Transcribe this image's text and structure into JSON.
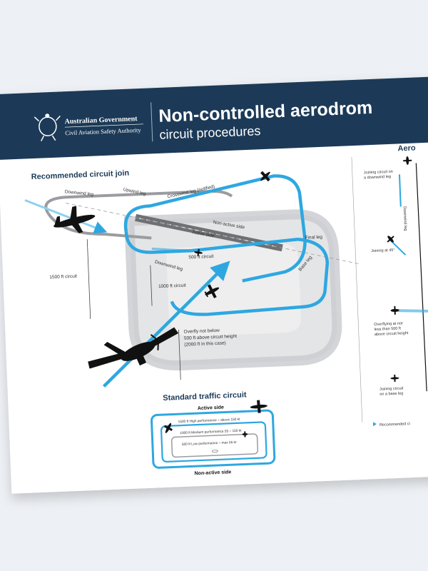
{
  "header": {
    "gov_line1": "Australian Government",
    "gov_line2": "Civil Aviation Safety Authority",
    "title": "Non-controlled aerodrom",
    "subtitle": "circuit procedures"
  },
  "circuit_join": {
    "heading": "Recommended circuit join",
    "labels": {
      "downwind": "Downwind leg",
      "upwind": "Upwind leg",
      "crosswind": "Crosswind leg (notified)",
      "non_active": "Non-active side",
      "active": "Active side",
      "final": "Final leg",
      "circuit_500": "500 ft circuit",
      "downwind2": "Downwind leg",
      "circuit_1500": "1500 ft circuit",
      "circuit_1000": "1000 ft circuit",
      "base": "Base leg",
      "overfly_1": "Overfly not below",
      "overfly_2": "500 ft above circuit height",
      "overfly_3": "(2000 ft in this case)"
    }
  },
  "standard_circuit": {
    "heading": "Standard traffic circuit",
    "active_side": "Active side",
    "non_active_side": "Non-active side",
    "rows": [
      "1500 ft  High performance – above 150 kt",
      "1000 ft  Medium performance 55 – 150 kt",
      "500 ft   Low performance – max 55 kt"
    ]
  },
  "right_panel": {
    "heading": "Aero",
    "items": [
      "Joining circuit on",
      "a downwind leg",
      "Downwind leg",
      "Joining at 45°",
      "Overflying at not",
      "less than 500 ft",
      "above circuit height",
      "Joining circuit",
      "on a base leg"
    ],
    "legend": "Recommended ci"
  },
  "colors": {
    "navy": "#1c3a57",
    "circuit_blue": "#2ea7e0",
    "grey_circuit": "#c9cbce",
    "page_bg": "#edf0f4"
  }
}
